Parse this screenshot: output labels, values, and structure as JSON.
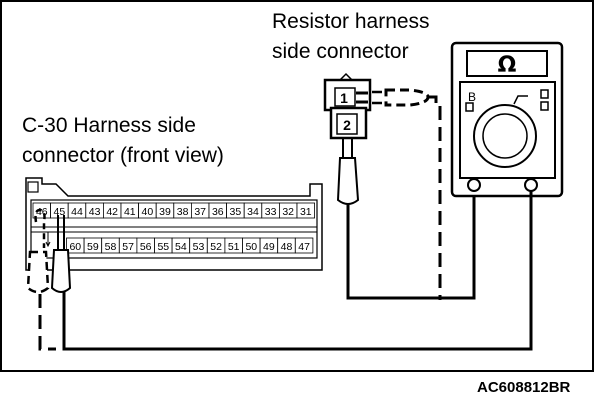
{
  "labels": {
    "resistor_line1": "Resistor harness",
    "resistor_line2": "side connector",
    "c30_line1": "C-30 Harness side",
    "c30_line2": "connector (front view)",
    "figure_code": "AC608812BR"
  },
  "resistor_connector": {
    "pin1": "1",
    "pin2": "2"
  },
  "meter": {
    "symbol": "Ω",
    "mode_glyph": "B"
  },
  "c30_connector": {
    "top_row": [
      "46",
      "45",
      "44",
      "43",
      "42",
      "41",
      "40",
      "39",
      "38",
      "37",
      "36",
      "35",
      "34",
      "33",
      "32",
      "31"
    ],
    "bottom_row": [
      "60",
      "59",
      "58",
      "57",
      "56",
      "55",
      "54",
      "53",
      "52",
      "51",
      "50",
      "49",
      "48",
      "47"
    ]
  }
}
